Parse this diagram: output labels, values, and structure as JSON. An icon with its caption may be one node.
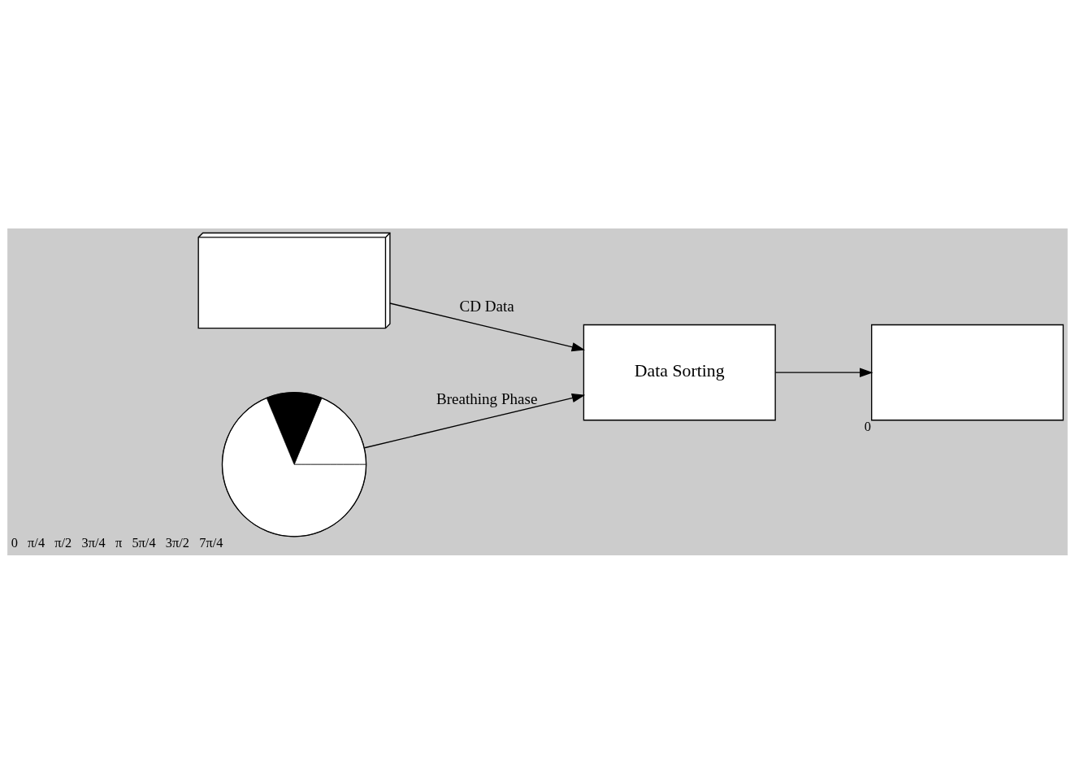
{
  "diagram": {
    "nodes": [
      {
        "text": [],
        "shape": "stack"
      },
      {
        "text": [
          "Data Sorting"
        ]
      },
      {
        "text": [],
        "shape": "box",
        "beside": [
          "0"
        ]
      },
      {
        "text": [],
        "shape": "circle",
        "beside": [
          "0",
          "π/4",
          "π/2",
          "3π/4",
          "π",
          "5π/4",
          "3π/2",
          "7π/4"
        ]
      }
    ],
    "edges": [
      {
        "from": 0,
        "to": 1,
        "arrow": "to",
        "label": "CD Data"
      },
      {
        "from": 3,
        "to": 1,
        "arrow": "to",
        "label": "Breathing Phase"
      },
      {
        "from": 1,
        "to": 2,
        "arrow": "to"
      }
    ]
  }
}
